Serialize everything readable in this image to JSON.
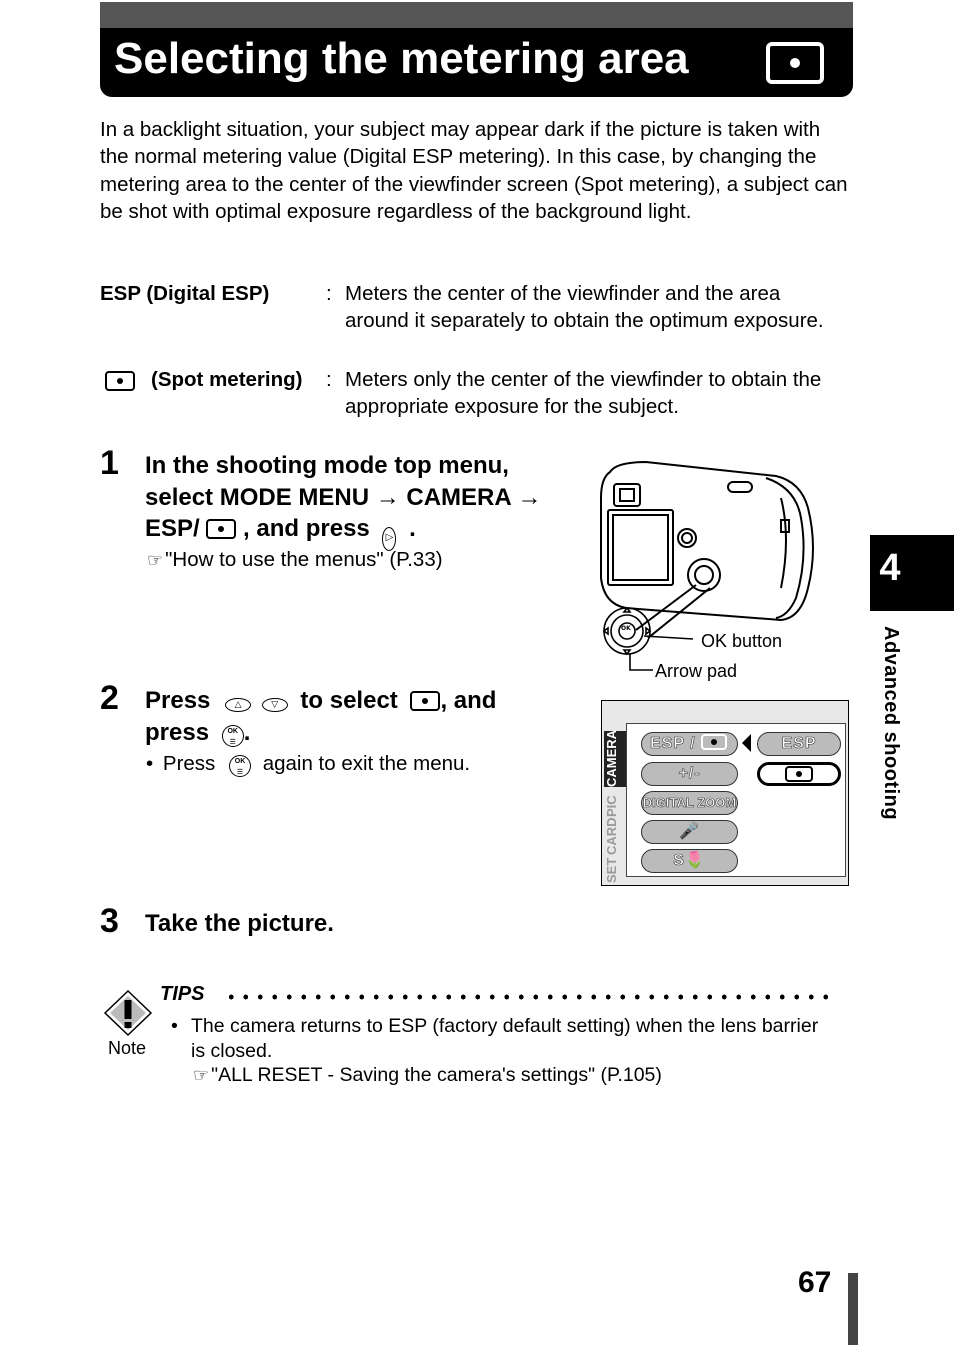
{
  "title": "Selecting the metering area",
  "intro": "In a backlight situation, your subject may appear dark if the picture is taken with the normal metering value (Digital ESP metering). In this case, by changing the metering area to the center of the viewfinder screen (Spot metering), a subject can be shot with optimal exposure regardless of the background light.",
  "definitions": [
    {
      "term": "ESP (Digital ESP)",
      "colon": ":",
      "desc": "Meters the center of the viewfinder and the area around it separately to obtain the optimum exposure."
    },
    {
      "term": "(Spot metering)",
      "colon": ":",
      "desc": "Meters only the center of the viewfinder to obtain the appropriate exposure for the subject."
    }
  ],
  "steps": [
    {
      "num": "1",
      "line1": "In the shooting mode top menu,",
      "line2": "select MODE MENU → CAMERA →",
      "line3a": "ESP/",
      "line3b": ", and press",
      "line3c": ".",
      "ref": "\"How to use the menus\" (P.33)"
    },
    {
      "num": "2",
      "line1a": "Press",
      "line1b": "to select",
      "line1c": ", and",
      "line2a": "press",
      "line2b": ".",
      "bullet": "•",
      "sub_a": "Press",
      "sub_b": "again to exit the menu."
    },
    {
      "num": "3",
      "line1": "Take the picture."
    }
  ],
  "camera_labels": {
    "ok": "OK button",
    "arrow": "Arrow pad",
    "ok_small": "OK"
  },
  "lcd": {
    "tabs": [
      "CAMERA",
      "PIC",
      "CARD",
      "SET"
    ],
    "left_items": [
      "ESP /",
      "+/-",
      "DIGITAL ZOOM",
      "🎤",
      "S🌷"
    ],
    "right_items": [
      "ESP"
    ]
  },
  "tips": {
    "heading": "TIPS",
    "note_label": "Note",
    "bullet": "•",
    "text": "The camera returns to ESP (factory default setting) when the lens barrier is closed.",
    "ref": "\"ALL RESET - Saving the camera's settings\" (P.105)"
  },
  "side": {
    "chapter": "4",
    "label": "Advanced shooting"
  },
  "page_number": "67"
}
